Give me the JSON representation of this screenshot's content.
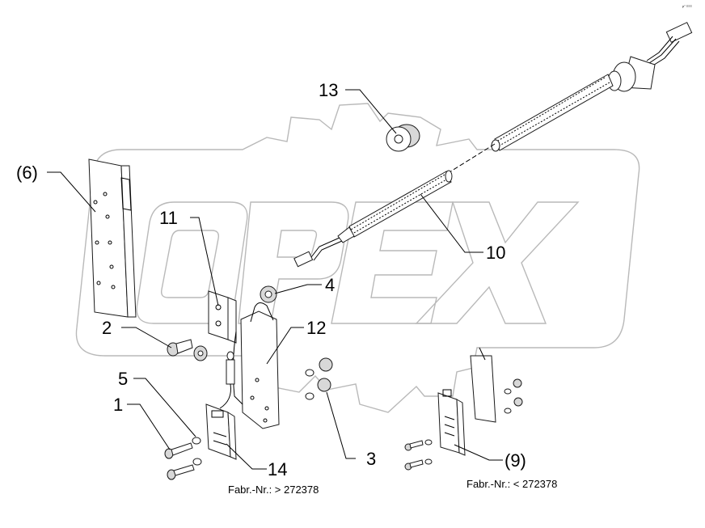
{
  "watermark": {
    "text": "OPEX",
    "color": "#b9b9b9"
  },
  "corner_mark": "p° ≡≡≡",
  "callouts": {
    "c1": "1",
    "c2": "2",
    "c3": "3",
    "c4": "4",
    "c5": "5",
    "c6": "(6)",
    "c9": "(9)",
    "c10": "10",
    "c11": "11",
    "c12": "12",
    "c13": "13",
    "c14": "14"
  },
  "notes": {
    "left_serial": "Fabr.-Nr.: > 272378",
    "right_serial": "Fabr.-Nr.: < 272378"
  }
}
